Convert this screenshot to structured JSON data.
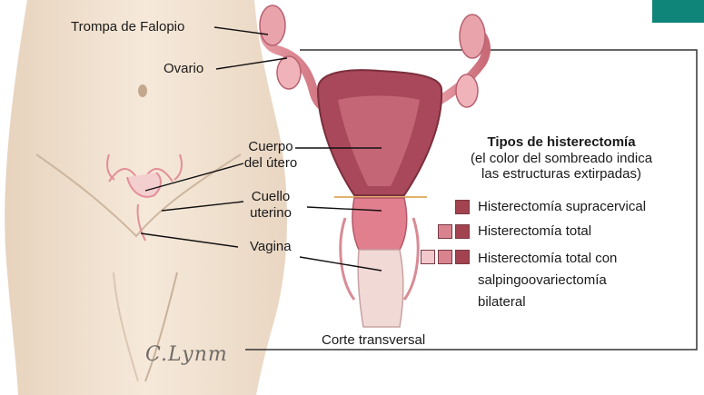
{
  "labels": {
    "fallopian_tube": "Trompa de Falopio",
    "ovary": "Ovario",
    "uterus_body_1": "Cuerpo",
    "uterus_body_2": "del útero",
    "cervix_1": "Cuello",
    "cervix_2": "uterino",
    "vagina": "Vagina",
    "cross_section": "Corte transversal"
  },
  "legend": {
    "title": "Tipos de histerectomía",
    "subtitle_1": "(el color del sombreado indica",
    "subtitle_2": "las estructuras extirpadas)",
    "items": [
      {
        "label": "Histerectomía supracervical",
        "swatches": [
          "dark"
        ]
      },
      {
        "label": "Histerectomía total",
        "swatches": [
          "mid",
          "dark"
        ]
      },
      {
        "label_1": "Histerectomía total con",
        "label_2": "salpingoovariectomía",
        "label_3": "bilateral",
        "swatches": [
          "light",
          "mid",
          "dark"
        ]
      }
    ]
  },
  "signature": "C.Lynm",
  "colors": {
    "accent_tab": "#0f8479",
    "swatch_dark": "#a2434f",
    "swatch_mid": "#d9838e",
    "swatch_light": "#f2c8cc"
  }
}
